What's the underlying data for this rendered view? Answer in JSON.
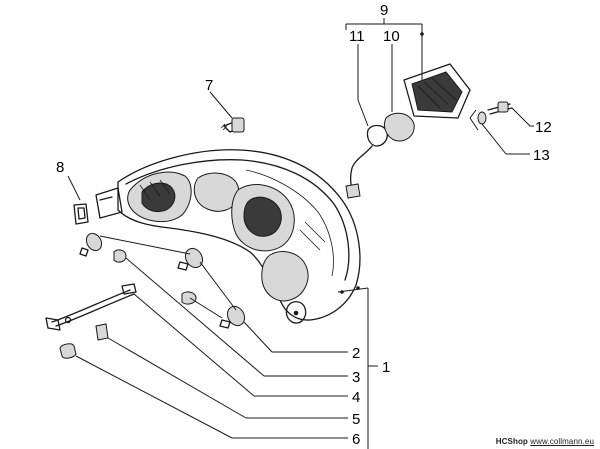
{
  "diagram": {
    "part_numbers": [
      {
        "id": "9",
        "label": "9"
      },
      {
        "id": "11",
        "label": "11"
      },
      {
        "id": "10",
        "label": "10"
      },
      {
        "id": "7",
        "label": "7"
      },
      {
        "id": "8",
        "label": "8"
      },
      {
        "id": "12",
        "label": "12"
      },
      {
        "id": "13",
        "label": "13"
      },
      {
        "id": "2",
        "label": "2"
      },
      {
        "id": "1",
        "label": "1"
      },
      {
        "id": "3",
        "label": "3"
      },
      {
        "id": "4",
        "label": "4"
      },
      {
        "id": "5",
        "label": "5"
      },
      {
        "id": "6",
        "label": "6"
      }
    ]
  },
  "footer": {
    "shop": "HCShop",
    "website": "www.collmann.eu"
  }
}
